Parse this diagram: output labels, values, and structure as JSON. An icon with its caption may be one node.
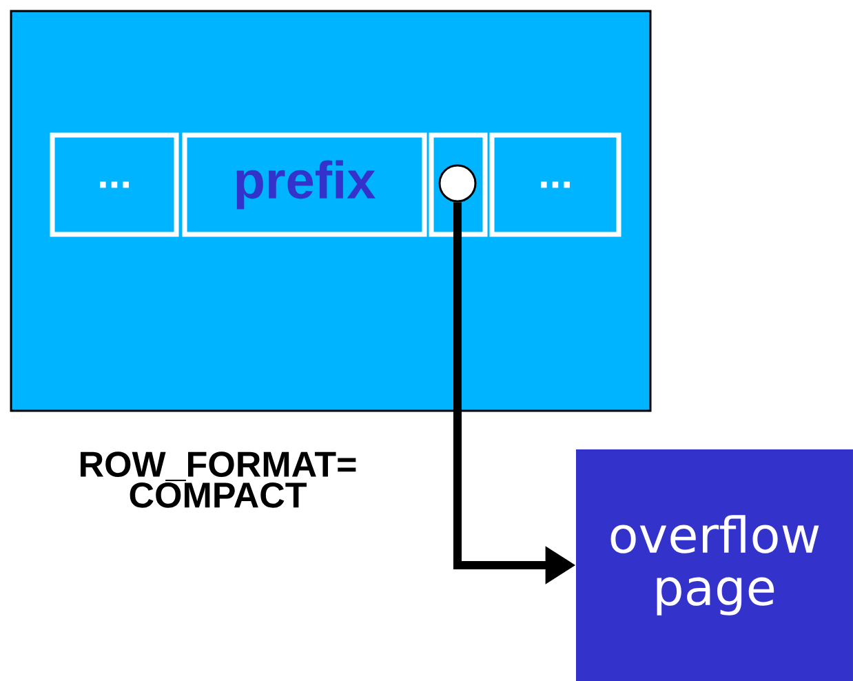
{
  "diagram": {
    "nodes": [
      {
        "text": [],
        "shape": "box",
        "beside": [
          "ROW_FORMAT= COMPACT"
        ]
      },
      {
        "text": [
          "..."
        ],
        "in": 0
      },
      {
        "text": [
          "prefix"
        ],
        "in": 0
      },
      {
        "text": [],
        "shape": "box",
        "in": 0
      },
      {
        "text": [],
        "shape": "circle",
        "in": 3
      },
      {
        "text": [
          "..."
        ],
        "in": 0
      },
      {
        "text": [
          "overflow page"
        ]
      }
    ],
    "edges": [
      {
        "from": 4,
        "to": 6,
        "arrow": "to"
      }
    ]
  }
}
